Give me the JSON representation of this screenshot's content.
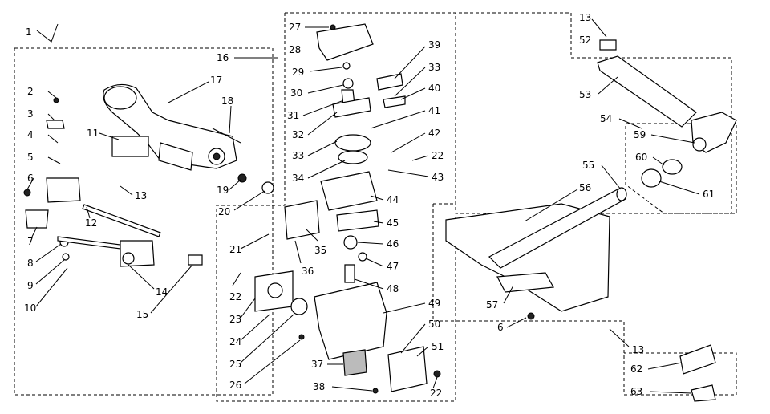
{
  "callouts": {
    "c1": "1",
    "c2": "2",
    "c3": "3",
    "c4": "4",
    "c5": "5",
    "c6": "6",
    "c7": "7",
    "c8": "8",
    "c9": "9",
    "c10": "10",
    "c11": "11",
    "c12": "12",
    "c13": "13",
    "c14": "14",
    "c15": "15",
    "c16": "16",
    "c17": "17",
    "c18": "18",
    "c19": "19",
    "c20": "20",
    "c21": "21",
    "c22a": "22",
    "c22b": "22",
    "c22c": "22",
    "c23": "23",
    "c24": "24",
    "c25": "25",
    "c26": "26",
    "c27": "27",
    "c28": "28",
    "c29": "29",
    "c30": "30",
    "c31": "31",
    "c32": "32",
    "c33a": "33",
    "c33b": "33",
    "c34": "34",
    "c35": "35",
    "c36": "36",
    "c37": "37",
    "c38": "38",
    "c39": "39",
    "c40": "40",
    "c41": "41",
    "c42": "42",
    "c43": "43",
    "c44": "44",
    "c45": "45",
    "c46": "46",
    "c47": "47",
    "c48": "48",
    "c49": "49",
    "c50": "50",
    "c51": "51",
    "c13b": "13",
    "c13c": "13",
    "c52": "52",
    "c53": "53",
    "c54": "54",
    "c55": "55",
    "c56": "56",
    "c57": "57",
    "c59": "59",
    "c60": "60",
    "c61": "61",
    "c6b": "6",
    "c62": "62",
    "c63": "63"
  }
}
